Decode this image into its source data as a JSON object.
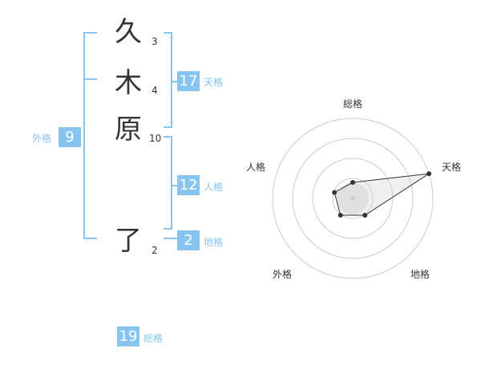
{
  "name_chars": [
    {
      "char": "久",
      "strokes": "3"
    },
    {
      "char": "木",
      "strokes": "4"
    },
    {
      "char": "原",
      "strokes": "10"
    },
    {
      "char": "了",
      "strokes": "2"
    }
  ],
  "kaku": {
    "tenkaku": {
      "value": "17",
      "label": "天格"
    },
    "jinkaku": {
      "value": "12",
      "label": "人格"
    },
    "chikaku": {
      "value": "2",
      "label": "地格"
    },
    "gaikaku": {
      "value": "9",
      "label": "外格"
    },
    "soukaku": {
      "value": "19",
      "label": "総格"
    }
  },
  "colors": {
    "accent": "#87c4f0",
    "text": "#333333",
    "ring": "#cccccc"
  },
  "chart_data": {
    "type": "radar",
    "axes": [
      "総格",
      "天格",
      "地格",
      "外格",
      "人格"
    ],
    "values": [
      1,
      5,
      1.3,
      1.3,
      1.2
    ],
    "range": [
      0,
      5
    ],
    "rings": 4
  }
}
